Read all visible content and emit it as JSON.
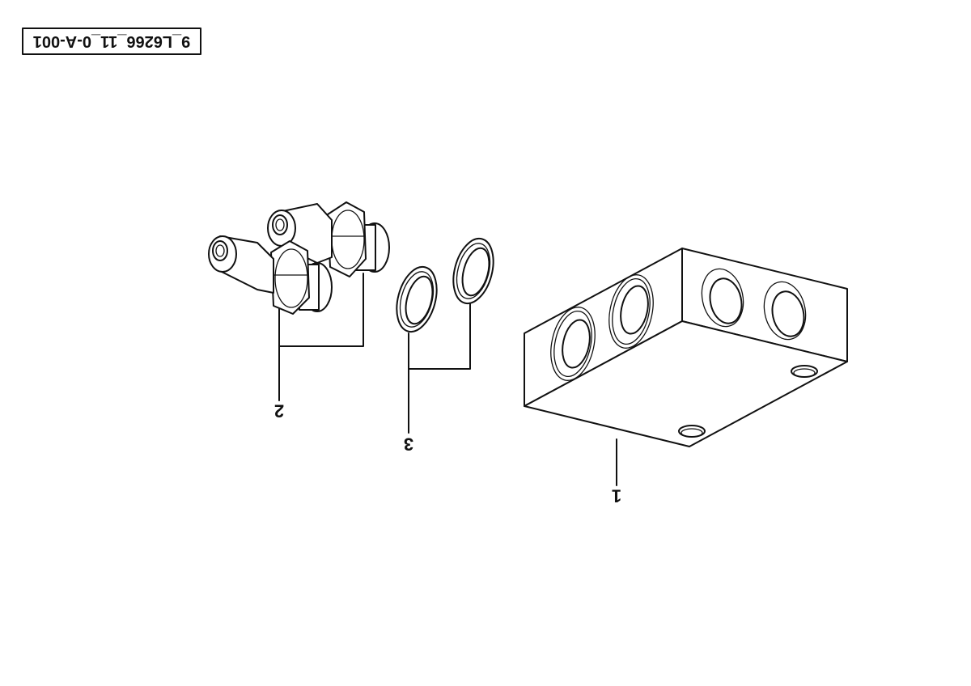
{
  "drawing_id": "9_L6266_11_0-A-001",
  "callouts": [
    {
      "id": "part-1",
      "label": "1"
    },
    {
      "id": "part-2",
      "label": "2"
    },
    {
      "id": "part-3",
      "label": "3"
    }
  ],
  "orientation": "rotated-180",
  "colors": {
    "ink": "#111111",
    "paper": "#ffffff"
  }
}
